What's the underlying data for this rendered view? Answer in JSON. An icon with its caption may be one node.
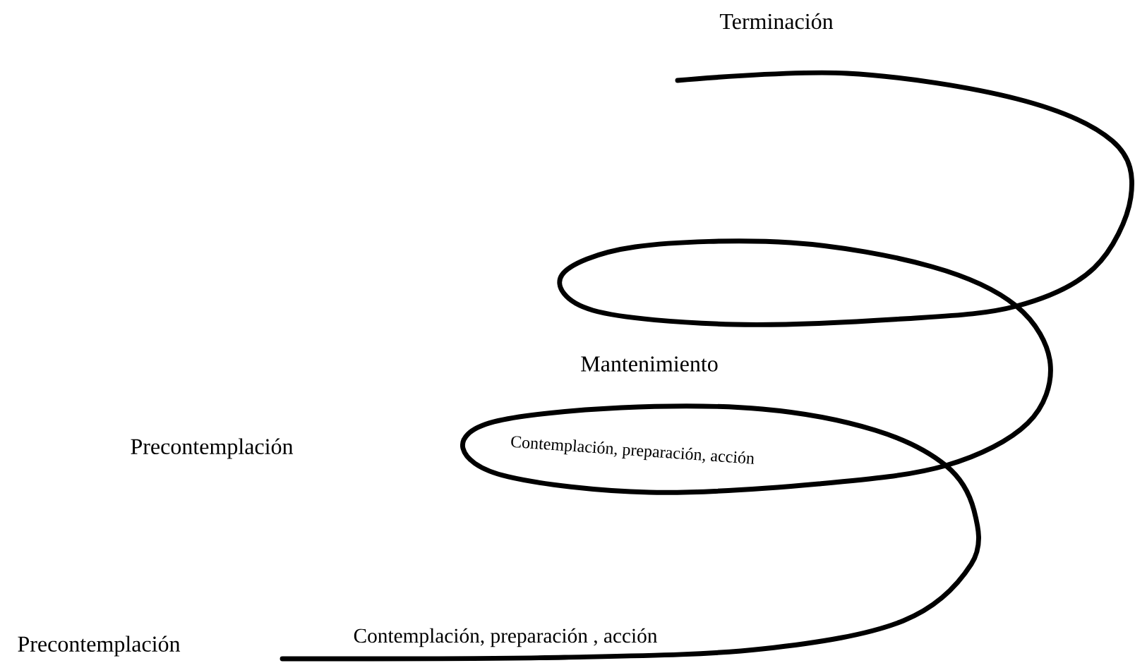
{
  "diagram": {
    "labels": [
      "Terminación",
      "Mantenimiento",
      "Precontemplación",
      "Contemplación, preparación, acción",
      "Precontemplación",
      "Contemplación, preparación , acción"
    ]
  }
}
